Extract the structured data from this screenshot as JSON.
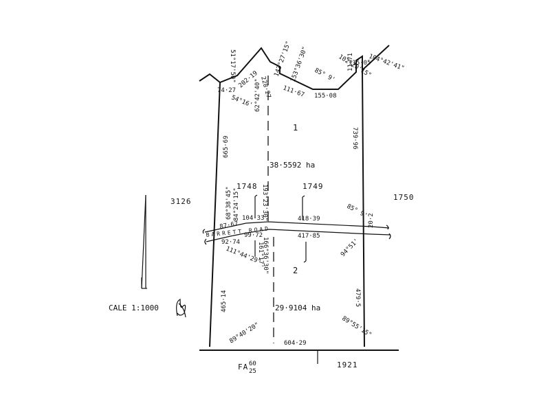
{
  "parcels": {
    "lot_1": "1",
    "lot_2": "2",
    "area_lot_1": "38·5592 ha",
    "area_lot_2": "29·9104 ha",
    "parcel_1748": "1748",
    "parcel_1749": "1749",
    "parcel_west": "3126",
    "parcel_east": "1750",
    "parcel_south": "1921",
    "fa_prefix": "FA",
    "fa_top": "60",
    "fa_bottom": "25"
  },
  "road": {
    "name": "BARRETT ROAD"
  },
  "scale": {
    "label": "CALE 1:1000"
  },
  "bearings": [
    "51°17'50\"",
    "74·27",
    "54°16'",
    "202·19",
    "62°42'40\"",
    "228·27",
    "143°27'15\"",
    "153°36'30\"",
    "111·67",
    "155·08",
    "85° 9'",
    "102°20'15\"",
    "115·05",
    "11·71",
    "104°42'41\"",
    "665·69",
    "739·96",
    "68°38'45\"",
    "84°24'15\"",
    "193°23'30\"",
    "104·33",
    "418·39",
    "85° 9'",
    "20·2",
    "87·67",
    "92·74",
    "99·72",
    "161°17'",
    "166°36'30\"",
    "417·85",
    "111°44'29\"",
    "94°51'",
    "465·14",
    "479·5",
    "89°40'20\"",
    "89°55'15\"",
    "604·29"
  ]
}
